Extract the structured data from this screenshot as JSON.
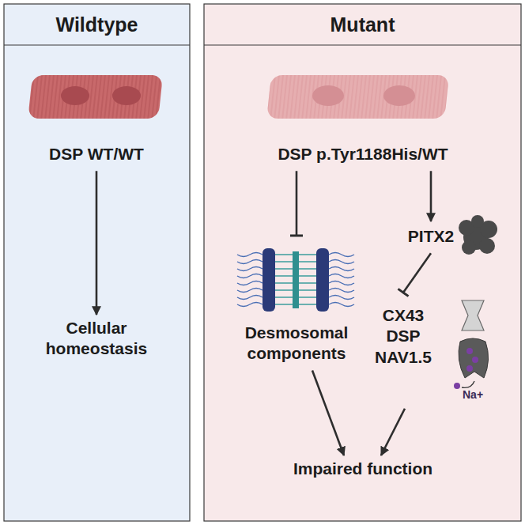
{
  "diagram": {
    "nodes": [
      {
        "text": [
          "Wildtype"
        ]
      },
      {
        "text": [
          "DSP WT/WT"
        ],
        "in": 0
      },
      {
        "text": [
          "Cellular homeostasis"
        ],
        "in": 0
      },
      {
        "text": [
          "Mutant"
        ]
      },
      {
        "text": [
          "DSP p.Tyr1188His/WT"
        ],
        "in": 3
      },
      {
        "text": [
          "Desmosomal components"
        ],
        "in": 3
      },
      {
        "text": [
          "PITX2"
        ],
        "in": 3
      },
      {
        "text": [
          "CX43 DSP NAV1.5"
        ],
        "in": 3
      },
      {
        "text": [
          "Impaired function"
        ],
        "in": 3
      }
    ],
    "edges": [
      {
        "from": 1,
        "to": 2,
        "arrow": "to"
      },
      {
        "from": 4,
        "to": 5,
        "arrow": "to"
      },
      {
        "from": 4,
        "to": 6,
        "arrow": "to"
      },
      {
        "from": 6,
        "to": 7,
        "arrow": "to"
      },
      {
        "from": 5,
        "to": 8,
        "arrow": "to"
      },
      {
        "from": 7,
        "to": 8,
        "arrow": "to"
      }
    ],
    "labels": [
      "Na+"
    ]
  }
}
